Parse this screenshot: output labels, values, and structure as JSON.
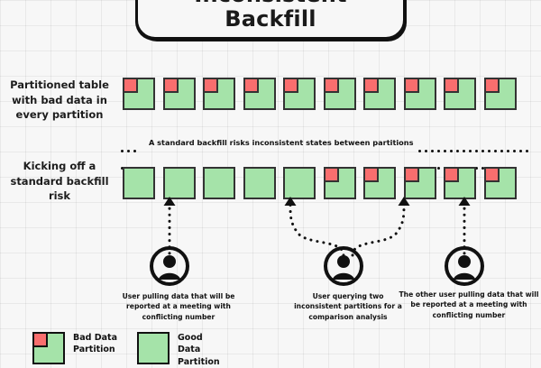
{
  "title": {
    "line1": "Inconsistent",
    "line2": "Backfill"
  },
  "rows": [
    {
      "label": "Partitioned table with bad data in every partition",
      "partitions": [
        "bad",
        "bad",
        "bad",
        "bad",
        "bad",
        "bad",
        "bad",
        "bad",
        "bad",
        "bad"
      ]
    },
    {
      "label": "Kicking off a standard backfill risk",
      "partitions": [
        "good",
        "good",
        "good",
        "good",
        "good",
        "bad",
        "bad",
        "bad",
        "bad",
        "bad"
      ]
    }
  ],
  "divider": {
    "text": "A standard backfill risks inconsistent states between partitions"
  },
  "users": [
    {
      "icon": "user-avatar-icon",
      "caption": "User pulling data that will be reported at a meeting with conflicting number"
    },
    {
      "icon": "user-avatar-icon",
      "caption": "User querying two inconsistent partitions for a comparison analysis"
    },
    {
      "icon": "user-avatar-icon",
      "caption": "The other user pulling data that will be reported at a meeting with conflicting number"
    }
  ],
  "legend": [
    {
      "swatch": "bad",
      "label": "Bad Data Partition"
    },
    {
      "swatch": "good",
      "label": "Good Data Partition"
    }
  ],
  "colors": {
    "good": "#a5e3a9",
    "bad": "#f96e6e",
    "outline": "#333333",
    "background": "#f7f7f7",
    "ink": "#111111"
  }
}
